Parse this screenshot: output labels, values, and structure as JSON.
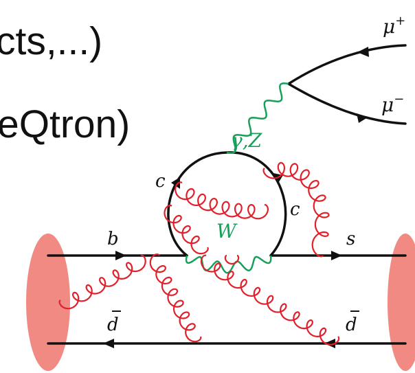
{
  "slide_text": {
    "line1": "cts,...)",
    "line2": "eQtron)"
  },
  "colors": {
    "fermion": "#111111",
    "gluon": "#e0202a",
    "electroweak": "#16a05a",
    "meson_blob": "#f08a82"
  },
  "labels": {
    "mu_plus": "μ",
    "mu_plus_sup": "+",
    "mu_minus": "μ",
    "mu_minus_sup": "−",
    "gamma_z": "γ,Z",
    "c_left": "c",
    "c_right": "c",
    "w_boson": "W",
    "b_quark": "b",
    "s_quark": "s",
    "dbar_left": "d",
    "dbar_right": "d"
  }
}
